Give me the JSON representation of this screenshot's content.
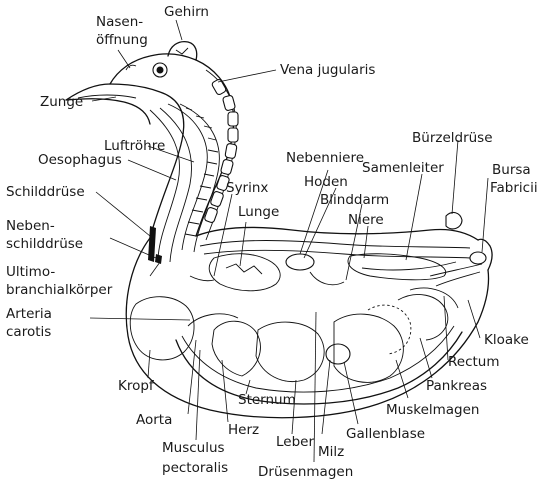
{
  "diagram": {
    "labels": {
      "nasenoeffnung_1": "Nasen-",
      "nasenoeffnung_2": "öffnung",
      "gehirn": "Gehirn",
      "vena_jugularis": "Vena jugularis",
      "zunge": "Zunge",
      "luftroehre": "Luftröhre",
      "oesophagus": "Oesophagus",
      "buerzeldruese": "Bürzeldrüse",
      "nebenniere": "Nebenniere",
      "samenleiter": "Samenleiter",
      "bursa_1": "Bursa",
      "bursa_2": "Fabricii",
      "hoden": "Hoden",
      "schilddruese": "Schilddrüse",
      "syrinx": "Syrinx",
      "blinddarm": "Blinddarm",
      "lunge": "Lunge",
      "niere": "Niere",
      "nebenschild_1": "Neben-",
      "nebenschild_2": "schilddrüse",
      "ultimo_1": "Ultimo-",
      "ultimo_2": "branchialkörper",
      "arteria_1": "Arteria",
      "arteria_2": "carotis",
      "kloake": "Kloake",
      "rectum": "Rectum",
      "kropf": "Kropf",
      "pankreas": "Pankreas",
      "sternum": "Sternum",
      "muskelmagen": "Muskelmagen",
      "aorta": "Aorta",
      "herz": "Herz",
      "gallenblase": "Gallenblase",
      "leber": "Leber",
      "milz": "Milz",
      "musculus_1": "Musculus",
      "musculus_2": "pectoralis",
      "druesenmagen": "Drüsenmagen"
    }
  }
}
